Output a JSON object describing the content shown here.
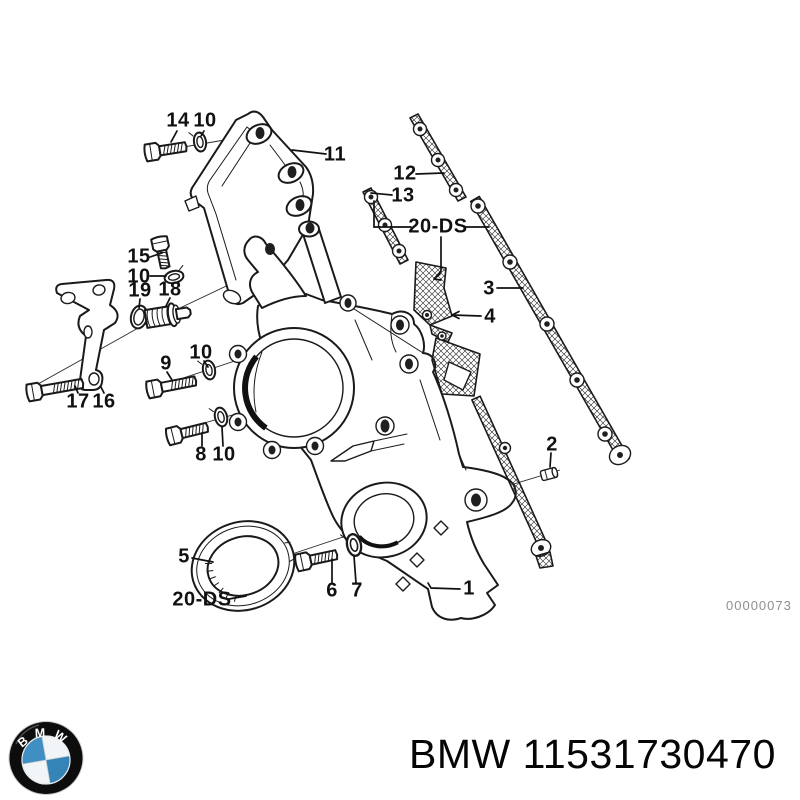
{
  "diagram": {
    "watermark": "00000073",
    "callouts": {
      "c14": "14",
      "c10a": "10",
      "c11": "11",
      "c12": "12",
      "c13": "13",
      "c20ds_top": "20-DS",
      "c3": "3",
      "c4": "4",
      "c15": "15",
      "c10b": "10",
      "c19": "19",
      "c18": "18",
      "c9": "9",
      "c10c": "10",
      "c17": "17",
      "c16": "16",
      "c8": "8",
      "c10d": "10",
      "c5": "5",
      "c20ds_bottom": "20-DS",
      "c6": "6",
      "c7": "7",
      "c1": "1",
      "c2": "2"
    }
  },
  "footer": {
    "brand": "BMW",
    "part_number": "11531730470",
    "logo_text": "BMW"
  },
  "colors": {
    "line": "#1a1a1a",
    "watermark": "#8f8f8f",
    "logo_blue_light": "#3f8fc2",
    "logo_blue_dark": "#3584b8",
    "logo_black": "#0d0d0d"
  }
}
